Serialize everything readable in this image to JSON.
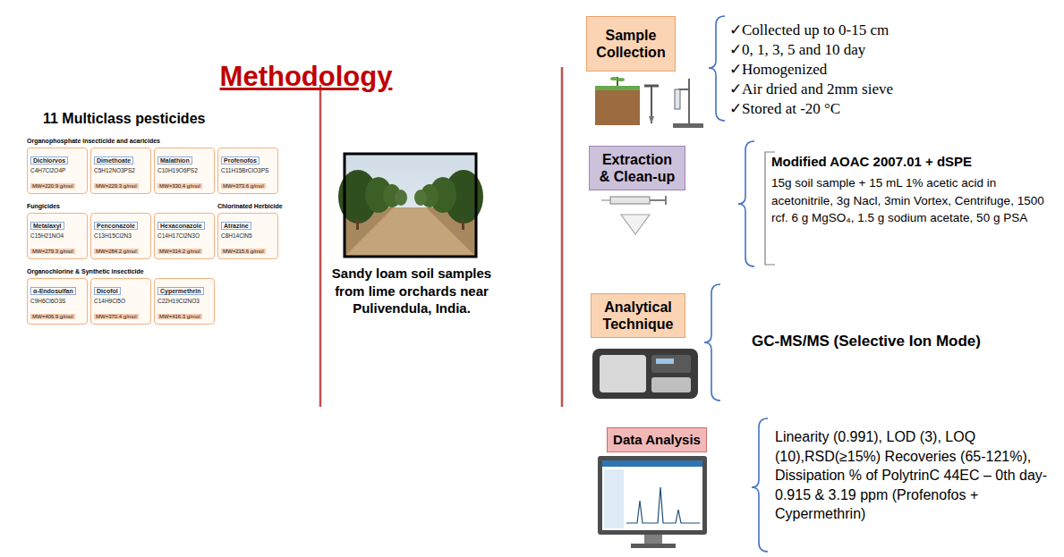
{
  "diagram": {
    "title": "Methodology",
    "nodes": [
      {
        "text": [
          "Dichlorvos",
          "C4H7Cl2O4P",
          "MW=220.9 g/mol"
        ]
      },
      {
        "text": [
          "Dimethoate",
          "C5H12NO3PS2",
          "MW=229.3 g/mol"
        ]
      },
      {
        "text": [
          "Malathion",
          "C10H19O6PS2",
          "MW=330.4 g/mol"
        ]
      },
      {
        "text": [
          "Profenofos",
          "C11H15BrClO3PS",
          "MW=373.6 g/mol"
        ]
      },
      {
        "text": [
          "Metalaxyl",
          "C15H21NO4",
          "MW=279.3 g/mol"
        ]
      },
      {
        "text": [
          "Penconazole",
          "C13H15Cl2N3",
          "MW=284.2 g/mol"
        ]
      },
      {
        "text": [
          "Hexaconazole",
          "C14H17Cl2N3O",
          "MW=314.2 g/mol"
        ]
      },
      {
        "text": [
          "Atrazine",
          "C8H14ClN5",
          "MW=215.6 g/mol"
        ]
      },
      {
        "text": [
          "α-Endosulfan",
          "C9H6Cl6O3S",
          "MW=406.9 g/mol"
        ]
      },
      {
        "text": [
          "Dicofol",
          "C14H9Cl5O",
          "MW=370.4 g/mol"
        ]
      },
      {
        "text": [
          "Cypermethrin",
          "C22H19Cl2NO3",
          "MW=416.3 g/mol"
        ]
      },
      {
        "text": [
          "Sample Collection"
        ]
      },
      {
        "text": [
          "Extraction & Clean-up"
        ]
      },
      {
        "text": [
          "Analytical Technique"
        ]
      },
      {
        "text": [
          "Data Analysis"
        ]
      }
    ],
    "labels": [
      "11 Multiclass pesticides",
      "Organophosphate insecticide and acaricides",
      "Fungicides",
      "Chlorinated Herbicide",
      "Organochlorine & Synthetic insecticide",
      "Sandy loam soil samples from lime orchards near Pulivendula, India.",
      "✓Collected up to 0-15 cm",
      "✓0, 1, 3, 5 and 10 day",
      "✓Homogenized",
      "✓Air dried and 2mm sieve",
      "✓Stored at -20 °C",
      "Modified AOAC 2007.01 + dSPE",
      "15g soil sample + 15 mL 1% acetic acid in acetonitrile, 3g Nacl, 3min Vortex, Centrifuge, 1500 rcf. 6 g MgSO₄, 1.5 g sodium acetate, 50 g PSA",
      "GC-MS/MS (Selective Ion Mode)",
      "Linearity (0.991), LOD (3), LOQ (10),RSD(≥15%) Recoveries (65-121%), Dissipation % of PolytrinC 44EC – 0th day-0.915 & 3.19 ppm (Profenofos + Cypermethrin)"
    ]
  }
}
